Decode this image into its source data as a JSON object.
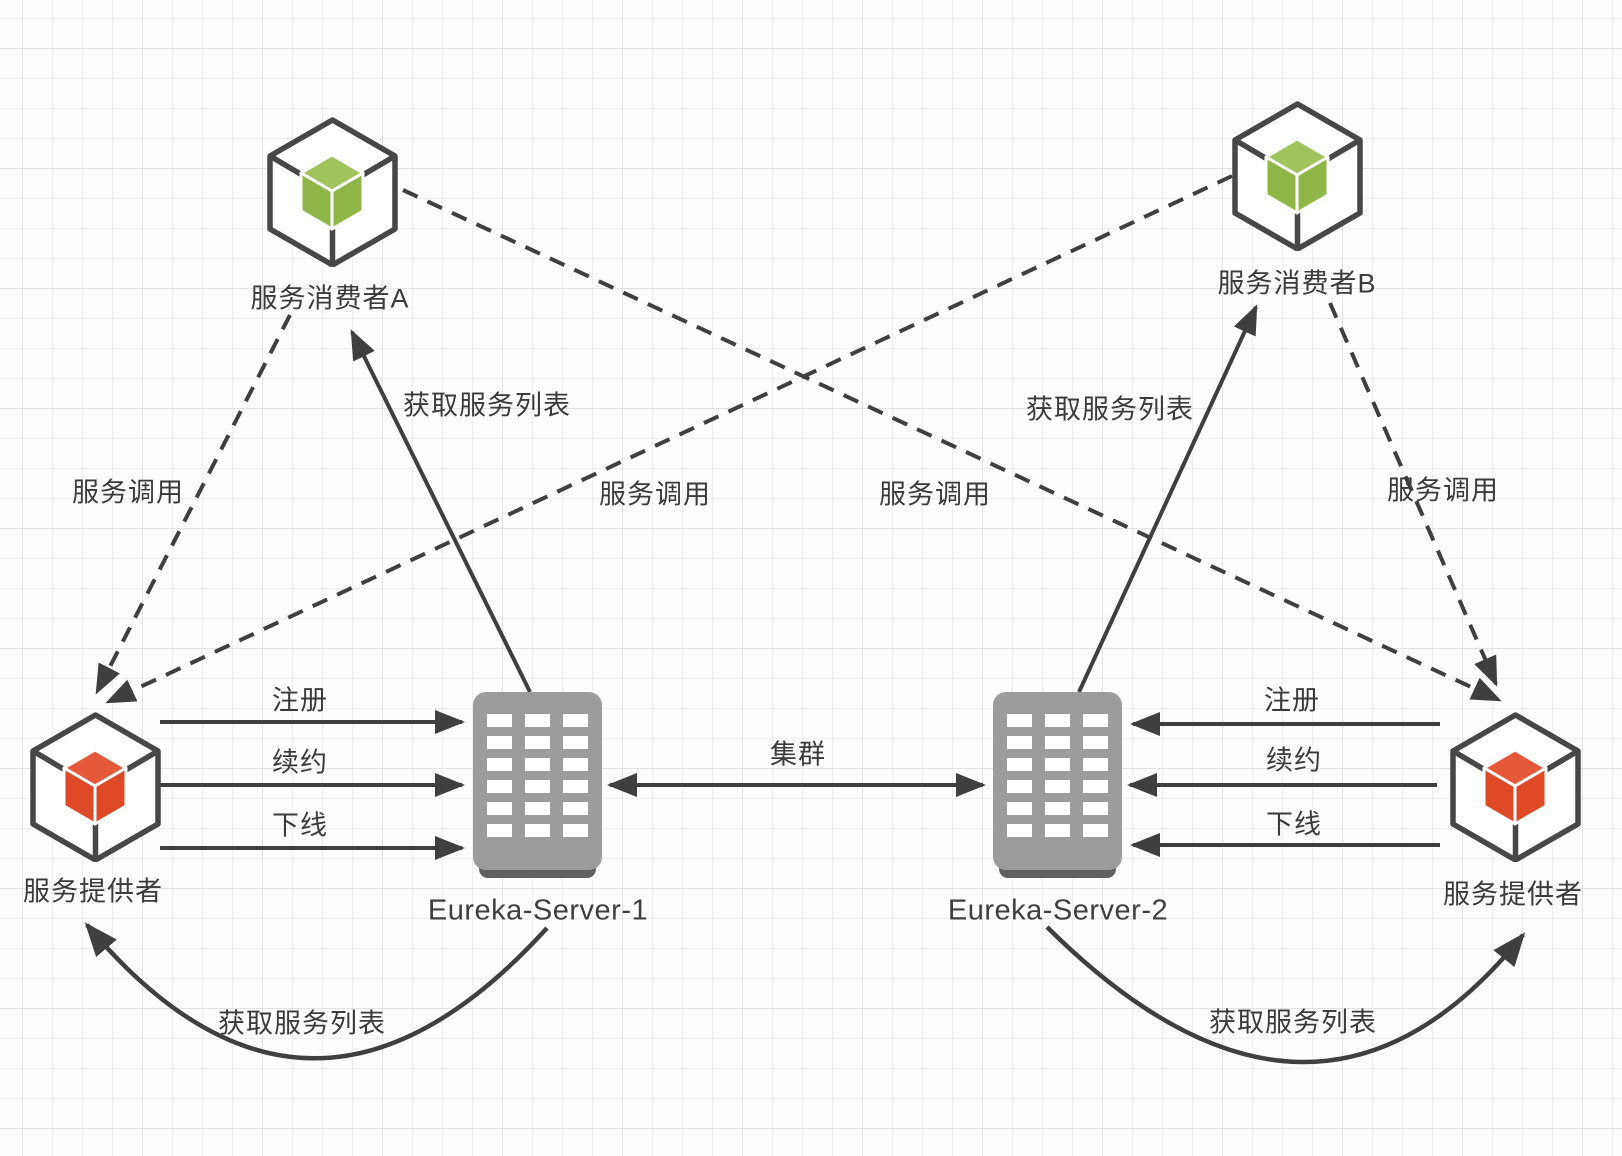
{
  "diagram": {
    "type": "architecture-diagram",
    "topic": "Eureka service registry cluster with providers and consumers",
    "nodes": {
      "consumer_a": "服务消费者A",
      "consumer_b": "服务消费者B",
      "provider_left": "服务提供者",
      "provider_right": "服务提供者",
      "server_1": "Eureka-Server-1",
      "server_2": "Eureka-Server-2"
    },
    "edge_labels": {
      "register_left": "注册",
      "renew_left": "续约",
      "offline_left": "下线",
      "register_right": "注册",
      "renew_right": "续约",
      "offline_right": "下线",
      "cluster": "集群",
      "fetch_list_consumer_a": "获取服务列表",
      "fetch_list_consumer_b": "获取服务列表",
      "fetch_list_provider_left": "获取服务列表",
      "fetch_list_provider_right": "获取服务列表",
      "call_far_left": "服务调用",
      "call_mid_left": "服务调用",
      "call_mid_right": "服务调用",
      "call_far_right": "服务调用"
    },
    "edges": [
      {
        "from": "provider_left",
        "to": "server_1",
        "label": "注册",
        "style": "solid"
      },
      {
        "from": "provider_left",
        "to": "server_1",
        "label": "续约",
        "style": "solid"
      },
      {
        "from": "provider_left",
        "to": "server_1",
        "label": "下线",
        "style": "solid"
      },
      {
        "from": "provider_right",
        "to": "server_2",
        "label": "注册",
        "style": "solid"
      },
      {
        "from": "provider_right",
        "to": "server_2",
        "label": "续约",
        "style": "solid"
      },
      {
        "from": "provider_right",
        "to": "server_2",
        "label": "下线",
        "style": "solid"
      },
      {
        "from": "server_1",
        "to": "server_2",
        "label": "集群",
        "style": "solid-double-arrow"
      },
      {
        "from": "server_1",
        "to": "consumer_a",
        "label": "获取服务列表",
        "style": "solid"
      },
      {
        "from": "server_2",
        "to": "consumer_b",
        "label": "获取服务列表",
        "style": "solid"
      },
      {
        "from": "server_1",
        "to": "provider_left",
        "label": "获取服务列表",
        "style": "curved"
      },
      {
        "from": "server_2",
        "to": "provider_right",
        "label": "获取服务列表",
        "style": "curved"
      },
      {
        "from": "consumer_a",
        "to": "provider_left",
        "label": "服务调用",
        "style": "dashed"
      },
      {
        "from": "consumer_a",
        "to": "provider_right",
        "label": "服务调用",
        "style": "dashed"
      },
      {
        "from": "consumer_b",
        "to": "provider_left",
        "label": "服务调用",
        "style": "dashed"
      },
      {
        "from": "consumer_b",
        "to": "provider_right",
        "label": "服务调用",
        "style": "dashed"
      }
    ],
    "colors": {
      "line": "#3f3f3f",
      "text": "#3b3b3b",
      "consumer_cube_top": "#a0c35e",
      "consumer_cube_side": "#8fb747",
      "provider_cube_top": "#e5583a",
      "provider_cube_side": "#de4a27",
      "cube_outline": "#474747",
      "server_body": "#9c9c9c",
      "server_base": "#606060",
      "server_window": "#ffffff",
      "background": "#fdfdfd",
      "grid_minor": "#efefef",
      "grid_major": "#e2e2e2"
    }
  }
}
